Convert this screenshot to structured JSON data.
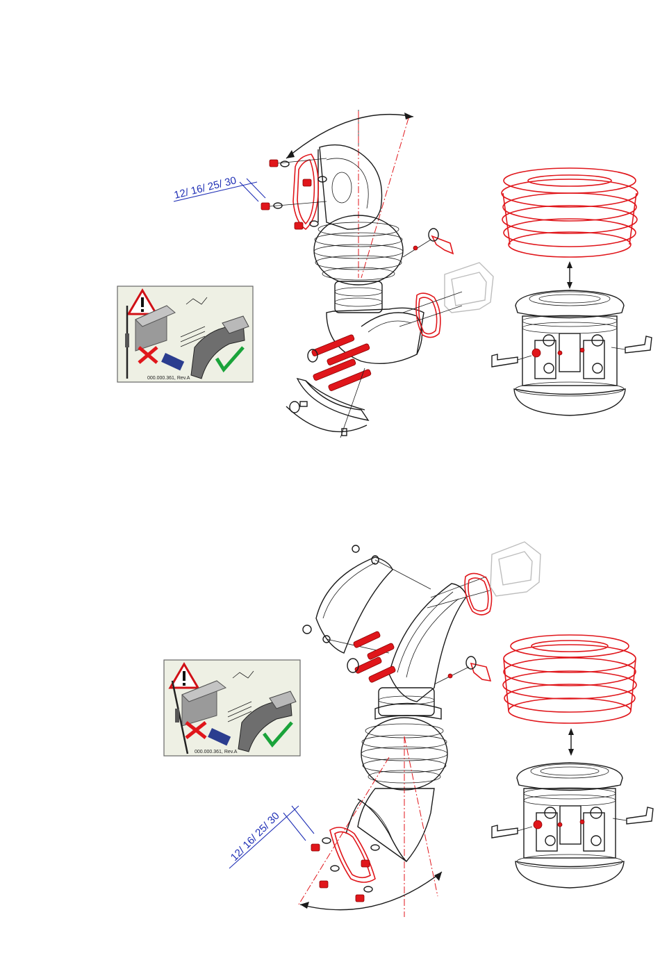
{
  "figures": [
    {
      "id": "top",
      "dimension_label": "12/ 16/ 25/ 30",
      "inset_part_number": "000.000.361, Rev.A"
    },
    {
      "id": "bottom",
      "dimension_label": "12/ 16/ 25/ 30",
      "inset_part_number": "000.000.361, Rev.A"
    }
  ],
  "colors": {
    "highlight": "#e0161b",
    "dimension": "#1f2fb5",
    "line": "#1a1a1a",
    "ghost": "#bdbdbd",
    "check": "#1aa33a"
  },
  "icons": [
    "warning-triangle-icon",
    "cross-mark-icon",
    "check-mark-icon"
  ]
}
